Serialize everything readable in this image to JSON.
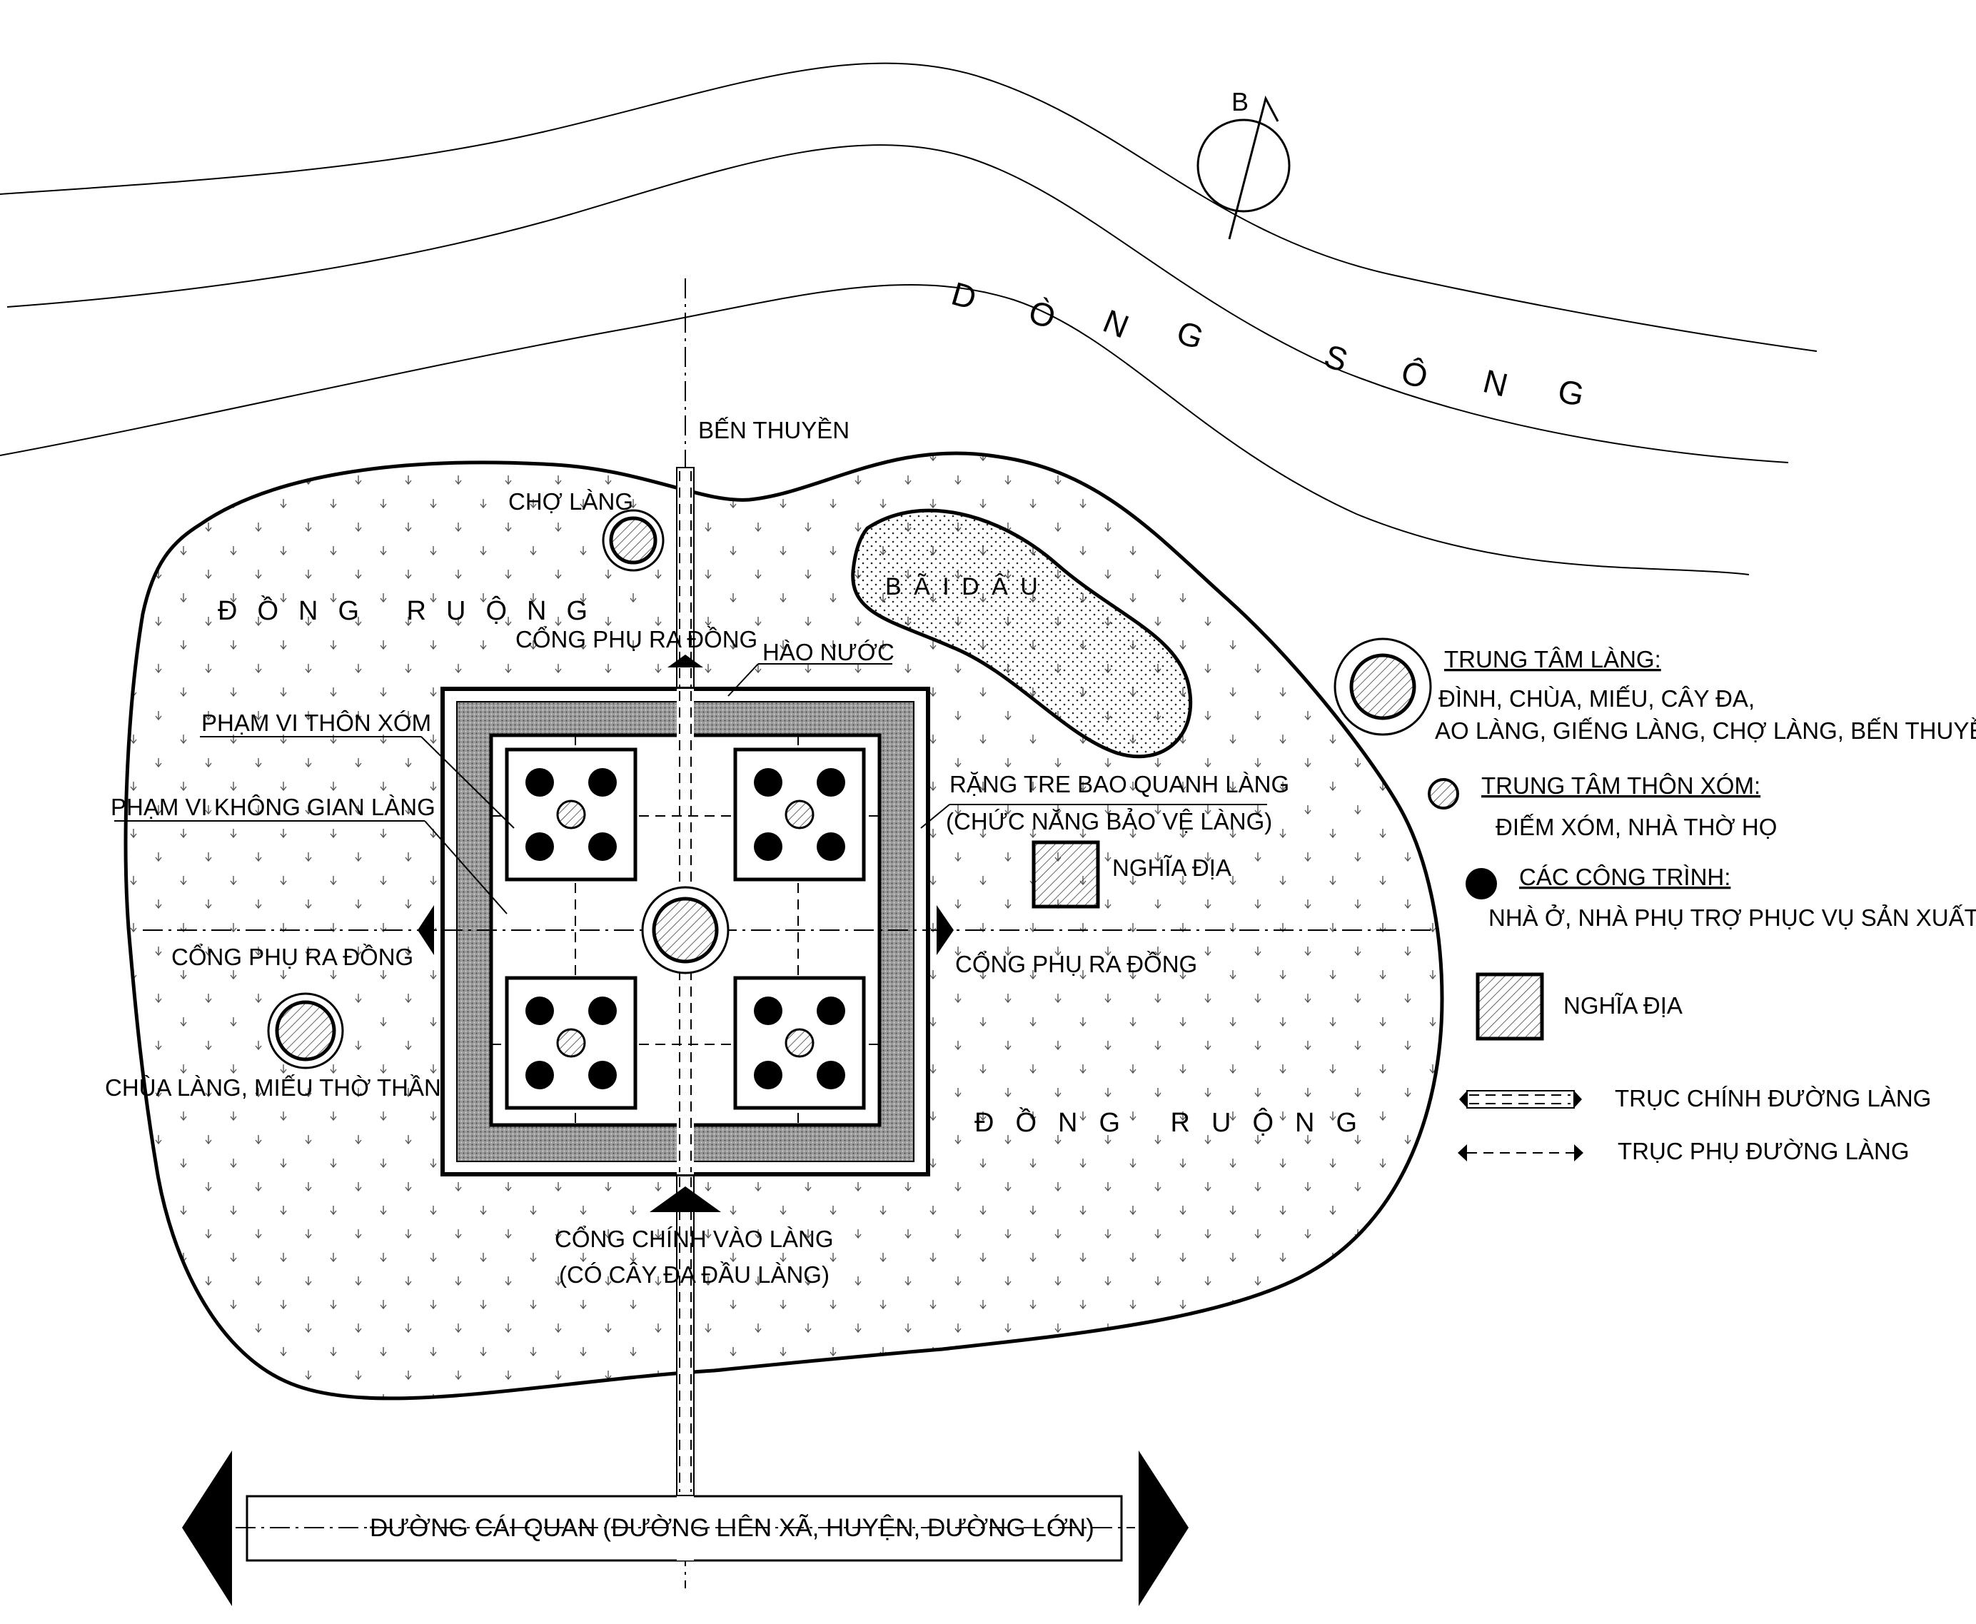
{
  "river": {
    "letters": [
      "D",
      "Ò",
      "N",
      "G",
      "S",
      "Ô",
      "N",
      "G"
    ]
  },
  "compass": {
    "north_label": "B"
  },
  "labels": {
    "ben_thuyen": "BẾN THUYỀN",
    "cho_lang": "CHỢ LÀNG",
    "bai_dau": "B Ã I   D Â U",
    "dong_ruong_top": "ĐỒNG RUỘNG",
    "dong_ruong_bottom": "ĐỒNG RUỘNG",
    "cong_phu_top": "CỔNG PHỤ RA ĐỒNG",
    "hao_nuoc": "HÀO NƯỚC",
    "pham_vi_thon_xom": "PHẠM VI THÔN XÓM",
    "pham_vi_khong_gian_lang": "PHẠM VI KHÔNG GIAN LÀNG",
    "rang_tre_1": "RẶNG TRE BAO QUANH LÀNG",
    "rang_tre_2": "(CHỨC NĂNG BẢO VỆ LÀNG)",
    "nghia_dia": "NGHĨA ĐỊA",
    "cong_phu_left": "CỔNG PHỤ RA ĐỒNG",
    "cong_phu_right": "CỔNG PHỤ RA ĐỒNG",
    "chua_lang": "CHÙA LÀNG, MIẾU THỜ THẦN",
    "cong_chinh_1": "CỔNG CHÍNH VÀO LÀNG",
    "cong_chinh_2": "(CÓ CÂY ĐA ĐẦU LÀNG)",
    "duong_cai_quan": "ĐƯỜNG CÁI QUAN (ĐƯỜNG LIÊN XÃ, HUYỆN, ĐƯỜNG LỚN)"
  },
  "legend": {
    "trung_tam_lang_title": "TRUNG TÂM LÀNG:",
    "trung_tam_lang_line1": "ĐÌNH, CHÙA, MIẾU, CÂY ĐA,",
    "trung_tam_lang_line2": "AO LÀNG, GIẾNG LÀNG, CHỢ LÀNG, BẾN THUYỀN",
    "trung_tam_thon_xom_title": "TRUNG TÂM THÔN XÓM:",
    "trung_tam_thon_xom_line1": "ĐIẾM XÓM, NHÀ THỜ HỌ",
    "cac_cong_trinh_title": "CÁC CÔNG TRÌNH:",
    "cac_cong_trinh_line1": "NHÀ Ở, NHÀ PHỤ TRỢ PHỤC VỤ SẢN XUẤT",
    "nghia_dia": "NGHĨA ĐỊA",
    "truc_chinh": "TRỤC CHÍNH ĐƯỜNG LÀNG",
    "truc_phu": "TRỤC PHỤ ĐƯỜNG LÀNG"
  }
}
